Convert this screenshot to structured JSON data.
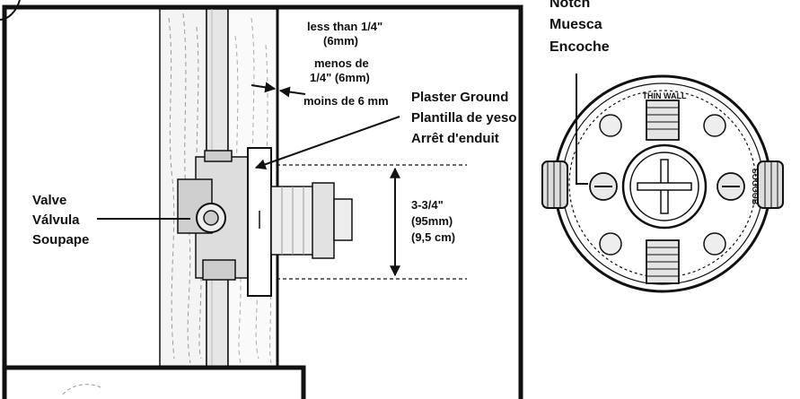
{
  "labels": {
    "gap": {
      "english": "less than 1/4\"",
      "english_metric": "(6mm)",
      "spanish_1": "menos de",
      "spanish_2": "1/4\" (6mm)",
      "french": "moins de 6 mm"
    },
    "plaster_ground": {
      "english": "Plaster Ground",
      "spanish": "Plantilla de yeso",
      "french": "Arrêt d'enduit"
    },
    "dimension": {
      "imperial": "3-3/4\"",
      "metric_mm": "(95mm)",
      "metric_cm": "(9,5 cm)"
    },
    "valve": {
      "english": "Valve",
      "spanish": "Válvula",
      "french": "Soupape"
    },
    "notch": {
      "english": "Notch",
      "spanish": "Muesca",
      "french": "Encoche"
    },
    "valve_top_text": "THIN WALL",
    "valve_side_text": "SOGOOB"
  },
  "colors": {
    "line": "#111111",
    "background": "#ffffff",
    "stud_fill": "#f4f4f4"
  }
}
